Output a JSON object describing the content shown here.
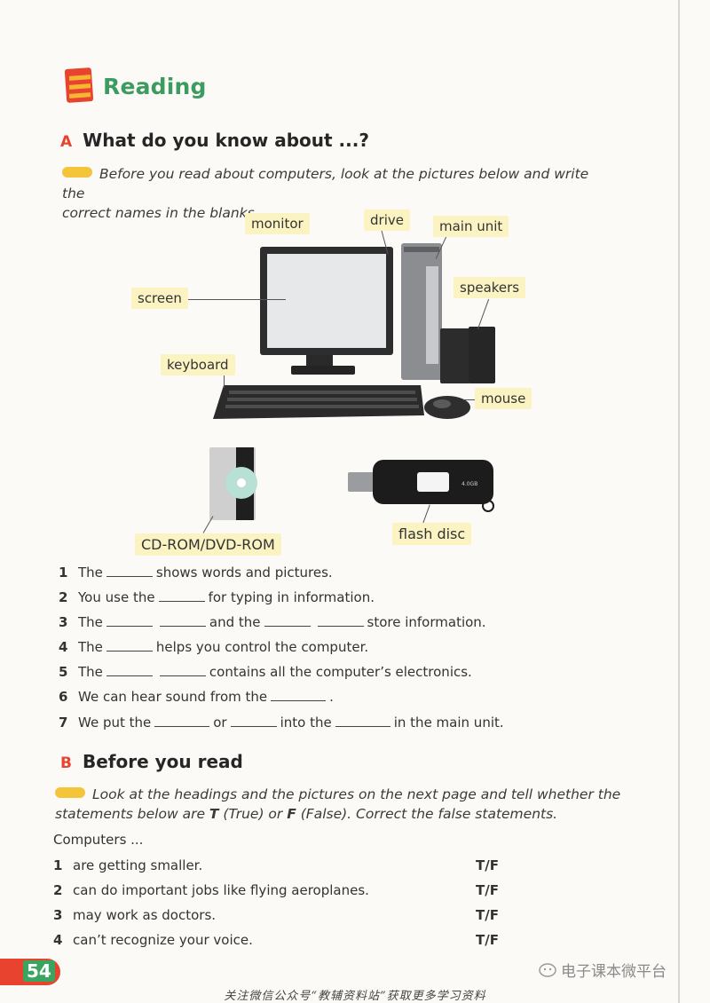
{
  "header": {
    "title": "Reading"
  },
  "section_a": {
    "letter": "A",
    "heading": "What do you know about ...?",
    "instruction_line1": "Before you read about computers, look at the pictures below and write the",
    "instruction_line2": "correct names in the blanks."
  },
  "labels": {
    "monitor": "monitor",
    "drive": "drive",
    "main_unit": "main unit",
    "screen": "screen",
    "speakers": "speakers",
    "keyboard": "keyboard",
    "mouse": "mouse",
    "cdrom": "CD-ROM/DVD-ROM",
    "flash": "flash disc",
    "flash_capacity": "4.0GB"
  },
  "questions": [
    {
      "num": "1",
      "p1": "The",
      "p2": "shows words and pictures."
    },
    {
      "num": "2",
      "p1": "You use the",
      "p2": "for typing in information."
    },
    {
      "num": "3",
      "p1": "The",
      "p2": "and the",
      "p3": "store information."
    },
    {
      "num": "4",
      "p1": "The",
      "p2": "helps you control the computer."
    },
    {
      "num": "5",
      "p1": "The",
      "p2": "contains all the computer’s electronics."
    },
    {
      "num": "6",
      "p1": "We can hear sound from the",
      "p2": "."
    },
    {
      "num": "7",
      "p1": "We put the",
      "p2": "or",
      "p3": "into the",
      "p4": "in the main unit."
    }
  ],
  "section_b": {
    "letter": "B",
    "heading": "Before you read",
    "instruction_line1": "Look at the headings and the pictures on the next page and tell whether the",
    "instruction_line2a": "statements below are ",
    "instruction_t": "T",
    "instruction_line2b": " (True) or ",
    "instruction_f": "F",
    "instruction_line2c": " (False). Correct the false statements.",
    "lead": "Computers ..."
  },
  "statements": [
    {
      "num": "1",
      "text": "are getting smaller.",
      "tf": "T/F"
    },
    {
      "num": "2",
      "text": "can do important jobs like flying aeroplanes.",
      "tf": "T/F"
    },
    {
      "num": "3",
      "text": "may work as doctors.",
      "tf": "T/F"
    },
    {
      "num": "4",
      "text": "can’t recognize your voice.",
      "tf": "T/F"
    }
  ],
  "footer": {
    "page_number": "54",
    "watermark": "电子课本微平台",
    "note": "关注微信公众号“教辅资料站”获取更多学习资料"
  }
}
